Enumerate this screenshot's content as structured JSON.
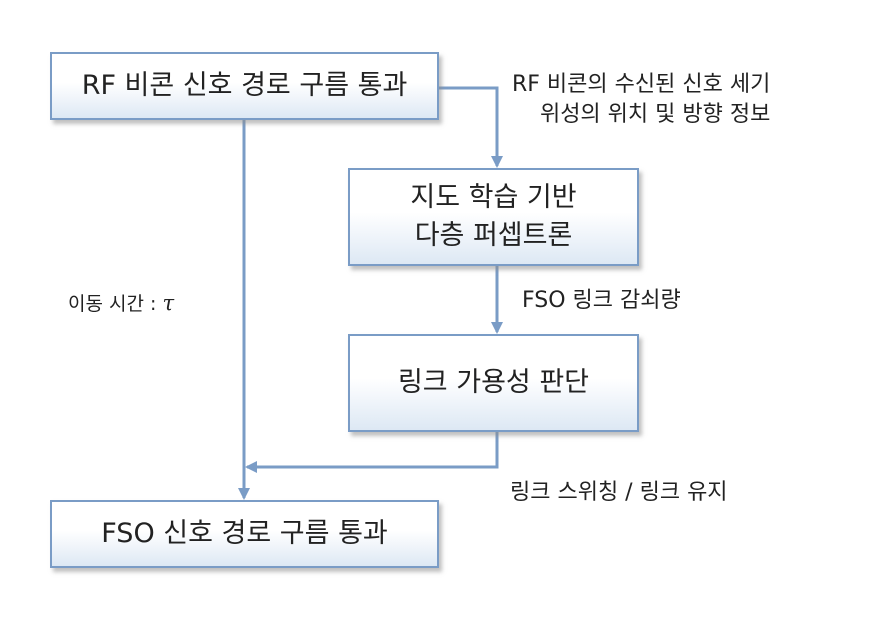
{
  "boxes": {
    "rf_cloud": "RF 비콘 신호 경로 구름 통과",
    "mlp_line1": "지도 학습 기반",
    "mlp_line2": "다층 퍼셉트론",
    "availability": "링크 가용성 판단",
    "fso_cloud": "FSO 신호 경로 구름 통과"
  },
  "labels": {
    "input_line1": "RF 비콘의 수신된 신호 세기",
    "input_line2": "위성의 위치 및 방향 정보",
    "attenuation": "FSO 링크 감쇠량",
    "decision": "링크 스위칭 / 링크 유지",
    "travel_time_prefix": "이동 시간 : ",
    "travel_time_symbol": "τ"
  },
  "colors": {
    "border": "#7a9cc6",
    "arrow": "#7a9cc6",
    "box_gradient_end": "#dde8f4"
  }
}
